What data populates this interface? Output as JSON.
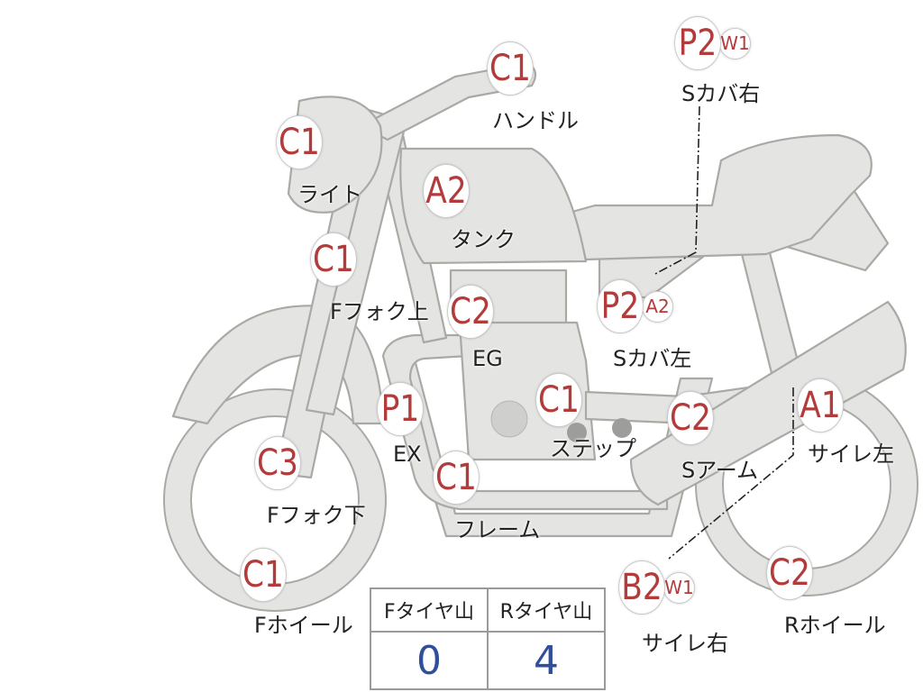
{
  "markers": [
    {
      "id": "handle",
      "grade": "C1",
      "label": "ハンドル"
    },
    {
      "id": "light",
      "grade": "C1",
      "label": "ライト"
    },
    {
      "id": "tank",
      "grade": "A2",
      "label": "タンク"
    },
    {
      "id": "fork-upper",
      "grade": "C1",
      "label": "Fフォク上"
    },
    {
      "id": "engine",
      "grade": "C2",
      "label": "EG"
    },
    {
      "id": "side-cover-left",
      "grade": "P2",
      "sub": "A2",
      "label": "Sカバ左"
    },
    {
      "id": "side-cover-right",
      "grade": "P2",
      "sub": "W1",
      "label": "Sカバ右"
    },
    {
      "id": "exhaust",
      "grade": "P1",
      "label": "EX"
    },
    {
      "id": "step",
      "grade": "C1",
      "label": "ステップ"
    },
    {
      "id": "swingarm",
      "grade": "C2",
      "label": "Sアーム"
    },
    {
      "id": "muffler-left",
      "grade": "A1",
      "label": "サイレ左"
    },
    {
      "id": "fork-lower",
      "grade": "C3",
      "label": "Fフォク下"
    },
    {
      "id": "frame",
      "grade": "C1",
      "label": "フレーム"
    },
    {
      "id": "front-wheel",
      "grade": "C1",
      "label": "Fホイール"
    },
    {
      "id": "muffler-right",
      "grade": "B2",
      "sub": "W1",
      "label": "サイレ右"
    },
    {
      "id": "rear-wheel",
      "grade": "C2",
      "label": "Rホイール"
    }
  ],
  "tire_table": {
    "headers": [
      "Fタイヤ山",
      "Rタイヤ山"
    ],
    "values": [
      "0",
      "4"
    ]
  },
  "colors": {
    "grade_text": "#b23b3b",
    "tire_value": "#2f4f9a",
    "part_fill": "#e4e4e2",
    "part_outline": "#a9a9a6"
  }
}
